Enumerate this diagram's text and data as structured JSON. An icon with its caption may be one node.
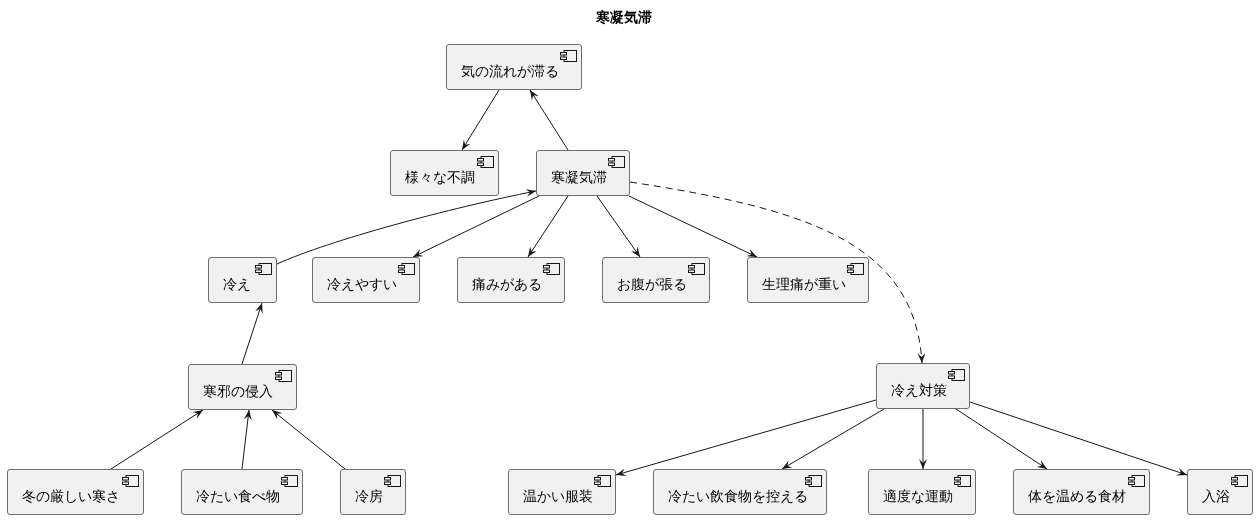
{
  "diagram": {
    "title": "寒凝気滞",
    "nodes": [
      {
        "text": [
          "気の流れが滞る"
        ]
      },
      {
        "text": [
          "様々な不調"
        ]
      },
      {
        "text": [
          "寒凝気滞"
        ]
      },
      {
        "text": [
          "冷え"
        ]
      },
      {
        "text": [
          "冷えやすい"
        ]
      },
      {
        "text": [
          "痛みがある"
        ]
      },
      {
        "text": [
          "お腹が張る"
        ]
      },
      {
        "text": [
          "生理痛が重い"
        ]
      },
      {
        "text": [
          "寒邪の侵入"
        ]
      },
      {
        "text": [
          "冬の厳しい寒さ"
        ]
      },
      {
        "text": [
          "冷たい食べ物"
        ]
      },
      {
        "text": [
          "冷房"
        ]
      },
      {
        "text": [
          "冷え対策"
        ]
      },
      {
        "text": [
          "温かい服装"
        ]
      },
      {
        "text": [
          "冷たい飲食物を控える"
        ]
      },
      {
        "text": [
          "適度な運動"
        ]
      },
      {
        "text": [
          "体を温める食材"
        ]
      },
      {
        "text": [
          "入浴"
        ]
      }
    ],
    "edges": [
      {
        "from": 0,
        "to": 1,
        "arrow": "to"
      },
      {
        "from": 2,
        "to": 0,
        "arrow": "to"
      },
      {
        "from": 3,
        "to": 2,
        "arrow": "to"
      },
      {
        "from": 2,
        "to": 4,
        "arrow": "to"
      },
      {
        "from": 2,
        "to": 5,
        "arrow": "to"
      },
      {
        "from": 2,
        "to": 6,
        "arrow": "to"
      },
      {
        "from": 2,
        "to": 7,
        "arrow": "to"
      },
      {
        "from": 2,
        "to": 12,
        "arrow": "to",
        "style": "dashed"
      },
      {
        "from": 8,
        "to": 3,
        "arrow": "to"
      },
      {
        "from": 9,
        "to": 8,
        "arrow": "to"
      },
      {
        "from": 10,
        "to": 8,
        "arrow": "to"
      },
      {
        "from": 11,
        "to": 8,
        "arrow": "to"
      },
      {
        "from": 12,
        "to": 13,
        "arrow": "to"
      },
      {
        "from": 12,
        "to": 14,
        "arrow": "to"
      },
      {
        "from": 12,
        "to": 15,
        "arrow": "to"
      },
      {
        "from": 12,
        "to": 16,
        "arrow": "to"
      },
      {
        "from": 12,
        "to": 17,
        "arrow": "to"
      }
    ]
  }
}
